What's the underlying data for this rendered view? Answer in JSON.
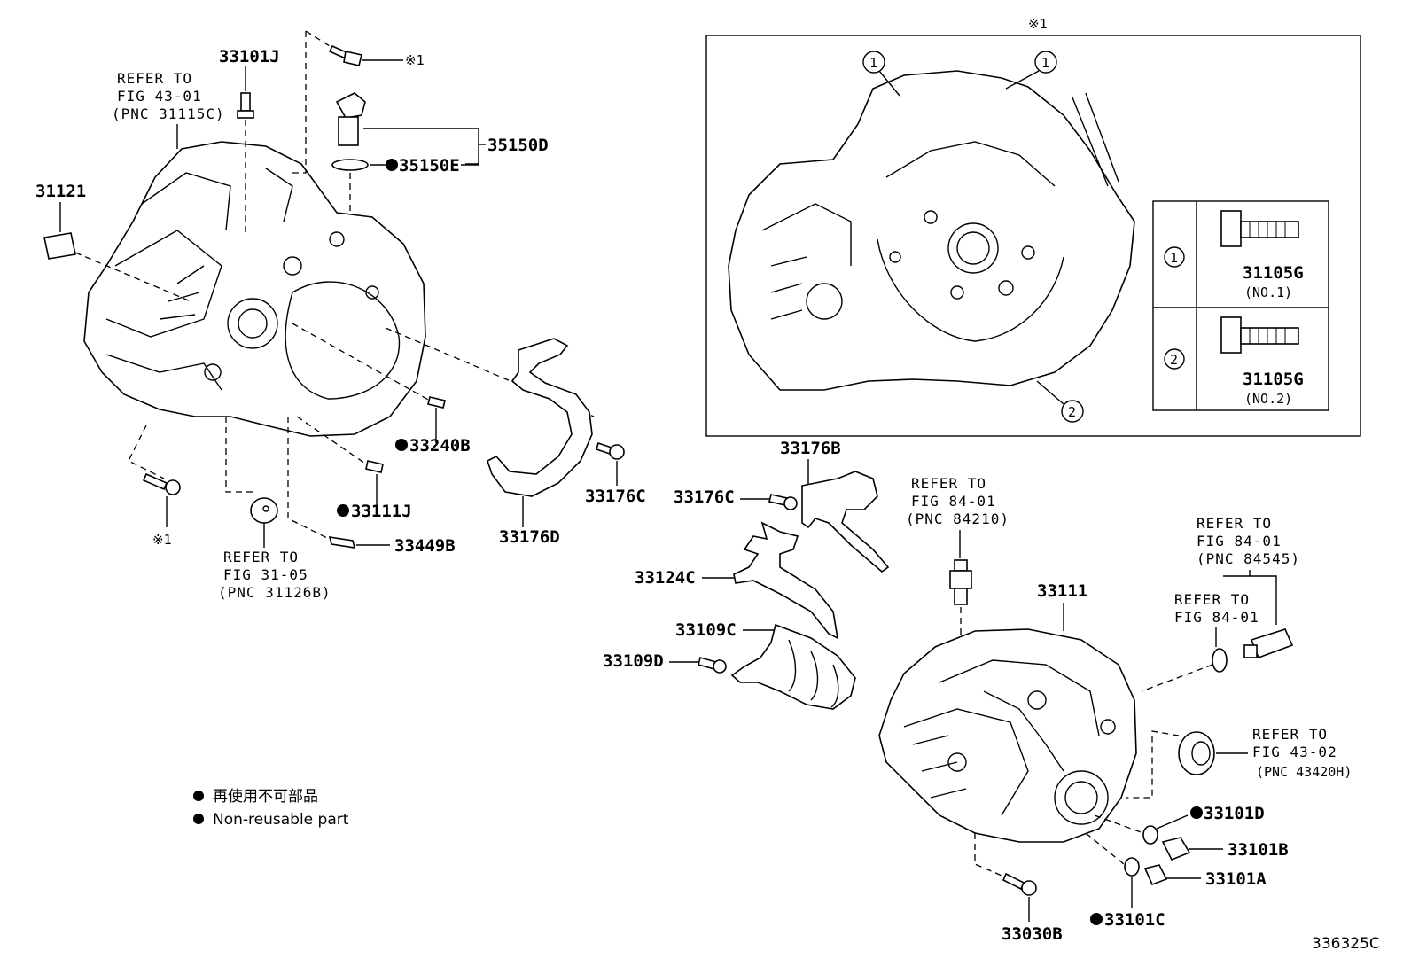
{
  "labels": {
    "p33101J": "33101J",
    "p31121": "31121",
    "p35150D": "35150D",
    "p35150E": "35150E",
    "p33240B": "33240B",
    "p33111J": "33111J",
    "p33449B": "33449B",
    "p33176C_a": "33176C",
    "p33176D": "33176D",
    "p33176B": "33176B",
    "p33176C_b": "33176C",
    "p33124C": "33124C",
    "p33109C": "33109C",
    "p33109D": "33109D",
    "p33111": "33111",
    "p33101D": "33101D",
    "p33101B": "33101B",
    "p33101A": "33101A",
    "p33101C": "33101C",
    "p33030B": "33030B",
    "p31105G_1": "31105G",
    "p31105G_2": "31105G",
    "no1": "(NO.1)",
    "no2": "(NO.2)",
    "mark1_a": "※1",
    "mark1_b": "※1",
    "mark1_box": "※1",
    "circ1": "1",
    "circ2": "2",
    "diagram_id": "336325C"
  },
  "refs": {
    "r1": [
      "REFER TO",
      "FIG 43-01",
      "(PNC 31115C)"
    ],
    "r2": [
      "REFER TO",
      "FIG 31-05",
      "(PNC 31126B)"
    ],
    "r3": [
      "REFER TO",
      "FIG 84-01",
      "(PNC 84210)"
    ],
    "r4": [
      "REFER TO",
      "FIG 84-01",
      "(PNC 84545)"
    ],
    "r5": [
      "REFER TO",
      "FIG 84-01"
    ],
    "r6": [
      "REFER TO",
      "FIG 43-02",
      "(PNC 43420H)"
    ]
  },
  "legend": {
    "jp": "再使用不可部品",
    "en": "Non-reusable part"
  }
}
